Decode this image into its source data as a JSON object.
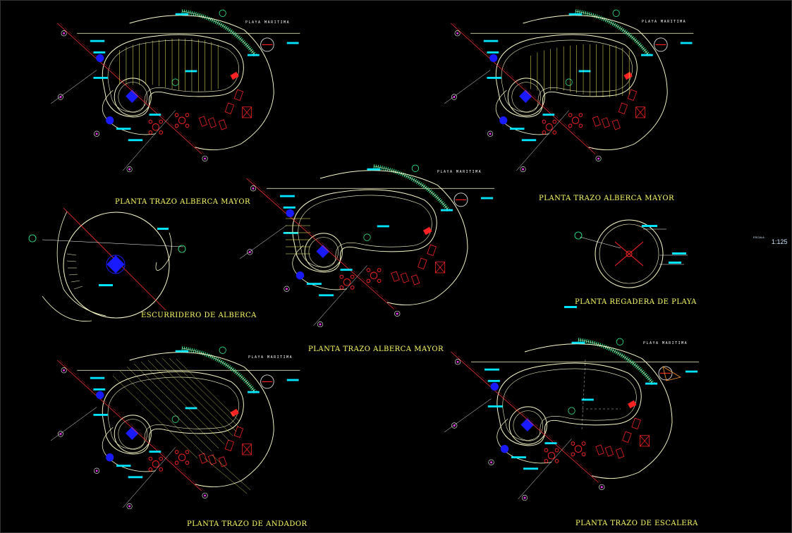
{
  "drawing": {
    "background": "#000000",
    "colors": {
      "outline": "#ffffcc",
      "hatch": "#ffff66",
      "axis": "#ff3333",
      "cyan": "#00e5ff",
      "green": "#33ff99",
      "red": "#ff2222",
      "blue": "#1a1aff",
      "magenta": "#ff33ff"
    },
    "scale_label": "ESCALA",
    "scale_value": "1:125",
    "sea_label": "PLAYA MARITIMA",
    "plans": [
      {
        "id": "plan-1",
        "title": "PLANTA TRAZO ALBERCA MAYOR"
      },
      {
        "id": "plan-2",
        "title": "PLANTA TRAZO ALBERCA MAYOR"
      },
      {
        "id": "plan-3",
        "title": "PLANTA TRAZO ALBERCA MAYOR"
      },
      {
        "id": "plan-4",
        "title": "PLANTA TRAZO DE ANDADOR"
      },
      {
        "id": "plan-5",
        "title": "PLANTA TRAZO DE ESCALERA"
      }
    ],
    "details": [
      {
        "id": "detail-drain",
        "title": "ESCURRIDERO DE ALBERCA"
      },
      {
        "id": "detail-shower",
        "title": "PLANTA REGADERA DE PLAYA"
      }
    ]
  }
}
